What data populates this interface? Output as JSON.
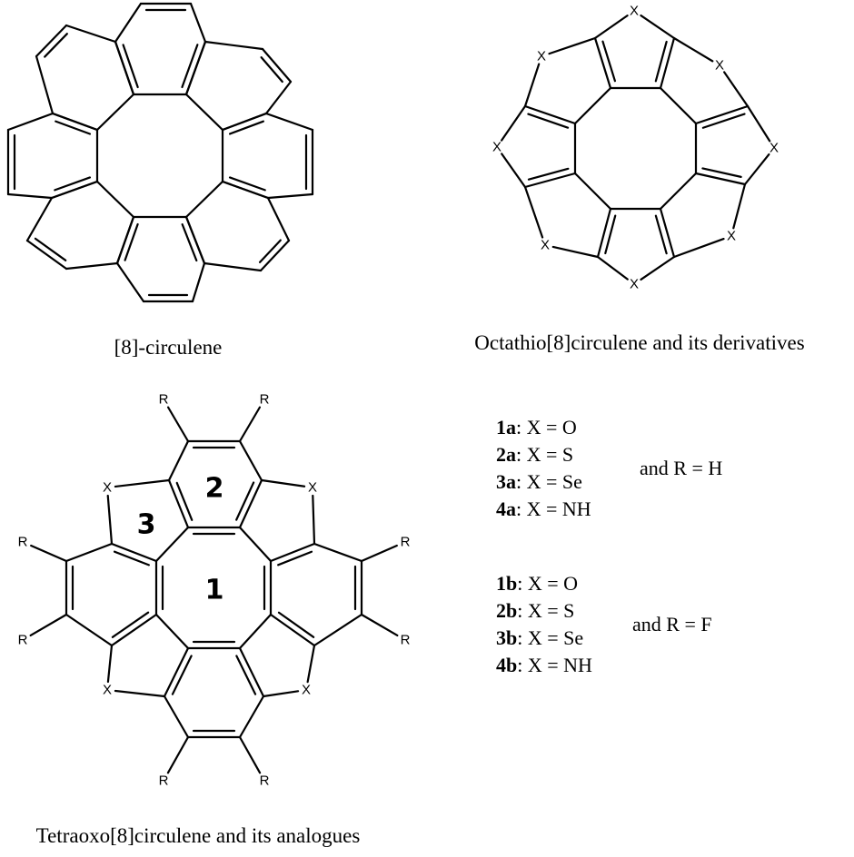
{
  "structures": {
    "circulene": {
      "caption": "[8]-circulene"
    },
    "octathio": {
      "caption": "Octathio[8]circulene and its derivatives",
      "atom_label": "X"
    },
    "tetraoxo": {
      "caption": "Tetraoxo[8]circulene and its analogues",
      "hetero_label": "X",
      "substituent_label": "R",
      "ring_labels": [
        "1",
        "2",
        "3"
      ]
    }
  },
  "compound_groups": [
    {
      "condition": "and R = H",
      "entries": [
        {
          "id": "1a",
          "sep": ": ",
          "formula": "X = O"
        },
        {
          "id": "2a",
          "sep": ": ",
          "formula": "X = S"
        },
        {
          "id": "3a",
          "sep": ": ",
          "formula": "X = Se"
        },
        {
          "id": "4a",
          "sep": ": ",
          "formula": "X = NH"
        }
      ]
    },
    {
      "condition": "and R = F",
      "entries": [
        {
          "id": "1b",
          "sep": ": ",
          "formula": "X = O"
        },
        {
          "id": "2b",
          "sep": ": ",
          "formula": "X = S"
        },
        {
          "id": "3b",
          "sep": ": ",
          "formula": "X = Se"
        },
        {
          "id": "4b",
          "sep": ": ",
          "formula": "X = NH"
        }
      ]
    }
  ]
}
